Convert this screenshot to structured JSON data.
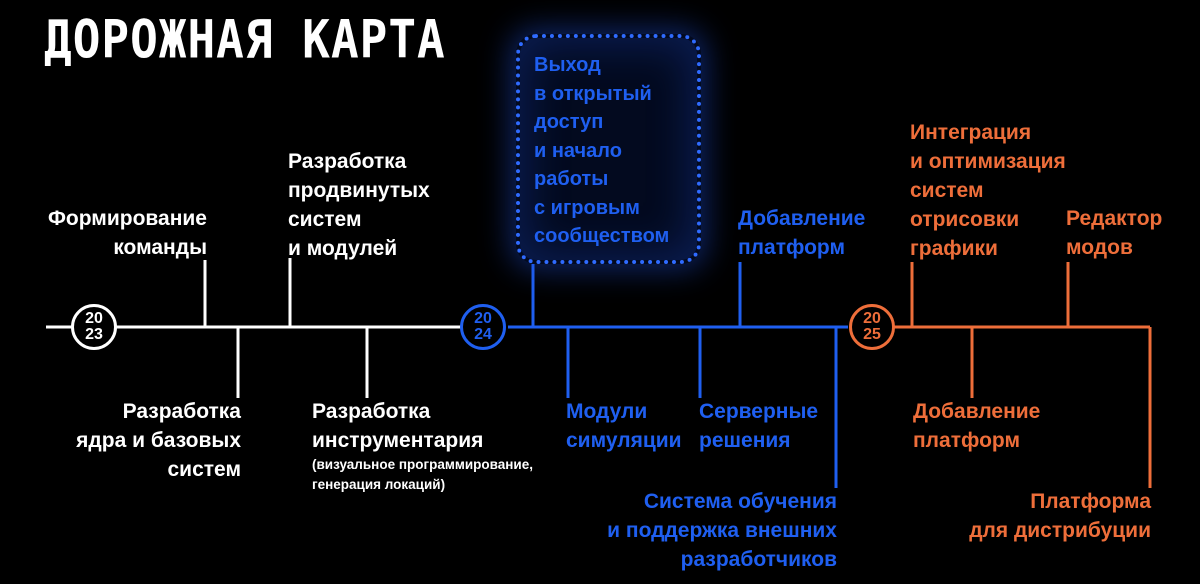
{
  "title": "ДОРОЖНАЯ КАРТА",
  "colors": {
    "y2023": "#ffffff",
    "y2024": "#1f5ff0",
    "y2025": "#ee6e3a",
    "background": "#000000"
  },
  "years": [
    {
      "top": "20",
      "bottom": "23"
    },
    {
      "top": "20",
      "bottom": "24"
    },
    {
      "top": "20",
      "bottom": "25"
    }
  ],
  "milestones": {
    "y2023": {
      "team": "Формирование\nкоманды",
      "core": "Разработка\nядра и базовых\nсистем",
      "advanced": "Разработка\nпродвинутых\nсистем\nи модулей",
      "tools": "Разработка\nинструментария",
      "tools_note": "(визуальное программирование,\nгенерация локаций)"
    },
    "y2024": {
      "release": "Выход\nв открытый\nдоступ\nи начало\nработы\nс игровым\nсообществом",
      "simulation": "Модули\nсимуляции",
      "server": "Серверные\nрешения",
      "platforms": "Добавление\nплатформ",
      "education": "Система обучения\nи поддержка внешних\nразработчиков"
    },
    "y2025": {
      "graphics": "Интеграция\nи оптимизация\nсистем\nотрисовки\nграфики",
      "platforms": "Добавление\nплатформ",
      "mods": "Редактор\nмодов",
      "distribution": "Платформа\nдля дистрибуции"
    }
  }
}
